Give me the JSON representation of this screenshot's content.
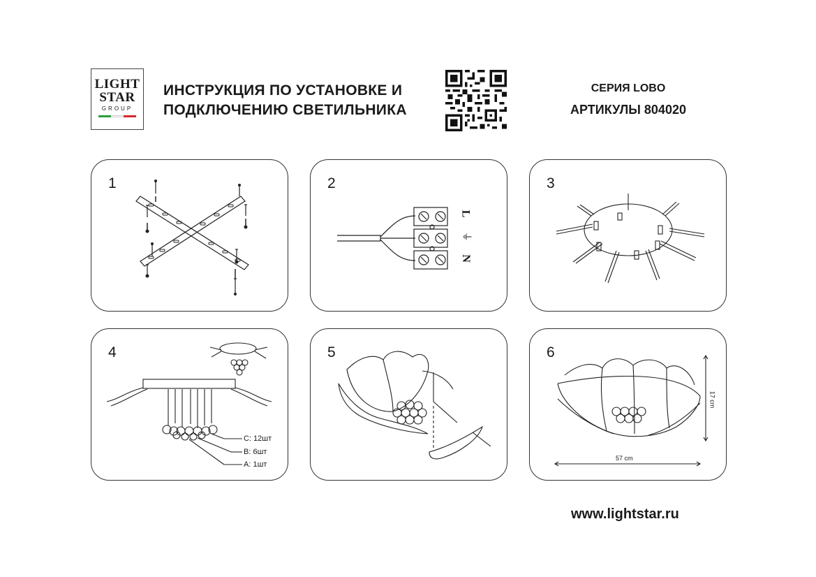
{
  "logo": {
    "line1": "LIGHT",
    "line2": "STAR",
    "line3": "GROUP",
    "colors": [
      "#2a9d3f",
      "#ffffff",
      "#d62a2a"
    ]
  },
  "title": {
    "line1": "ИНСТРУКЦИЯ ПО УСТАНОВКЕ И",
    "line2": "ПОДКЛЮЧЕНИЮ СВЕТИЛЬНИКА"
  },
  "series": "СЕРИЯ LOBO",
  "article": "АРТИКУЛЫ 804020",
  "panels": [
    {
      "number": "1"
    },
    {
      "number": "2",
      "terminals": [
        "L",
        "⏚",
        "N"
      ]
    },
    {
      "number": "3"
    },
    {
      "number": "4",
      "parts": [
        "C: 12шт",
        "B: 6шт",
        "A: 1шт"
      ]
    },
    {
      "number": "5"
    },
    {
      "number": "6",
      "width": "57 cm",
      "height": "17 cm"
    }
  ],
  "website": "www.lightstar.ru"
}
